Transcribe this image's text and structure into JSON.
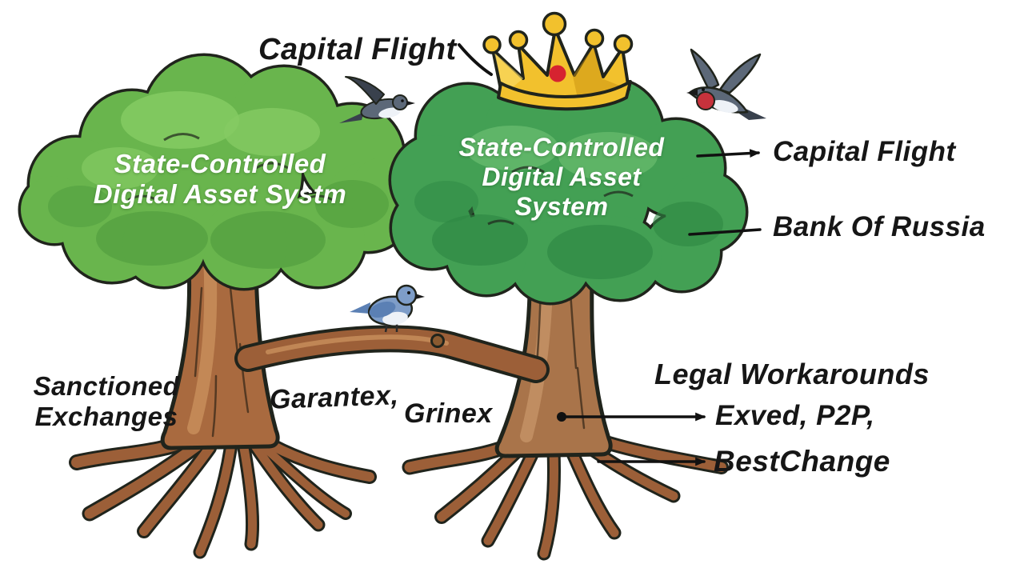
{
  "labels": {
    "capital_flight_top": "Capital Flight",
    "capital_flight_right": "Capital Flight",
    "bank_of_russia": "Bank Of Russia",
    "sanctioned_exchanges": {
      "line1": "Sanctioned",
      "line2": "Exchanges"
    },
    "garantex": "Garantex,",
    "grinex": "Grinex",
    "legal_workarounds": "Legal Workarounds",
    "exved_p2p": "Exved, P2P,",
    "bestchange": "BestChange"
  },
  "left_tree": {
    "canopy_line1": "State-Controlled",
    "canopy_line2": "Digital Asset Systm"
  },
  "right_tree": {
    "canopy_line1": "State-Controlled",
    "canopy_line2": "Digital Asset",
    "canopy_line3": "System"
  },
  "icons": {
    "crown": "crown-icon",
    "flying_bird_left": "flying-bird-icon",
    "flying_bird_right": "robin-bird-icon",
    "perched_bird": "perched-bird-icon"
  },
  "colors": {
    "label_text": "#161616",
    "canopy_text": "#ffffff",
    "canopy_left_main": "#69b54d",
    "canopy_left_dark": "#4e9b3d",
    "canopy_left_light": "#85cb63",
    "canopy_right_main": "#43a054",
    "canopy_right_dark": "#2e8743",
    "canopy_right_light": "#63b76a",
    "outline": "#20241c",
    "trunk_left_main": "#a96a3f",
    "trunk_left_light": "#c9905c",
    "trunk_right_main": "#a9744a",
    "trunk_right_light": "#c59467",
    "root_main": "#9c5f38",
    "bark_line": "#3a2a1a",
    "crown_gold": "#f2c12d",
    "crown_gold_light": "#fadd6b",
    "crown_gold_dark": "#c8920f",
    "crown_gem": "#d62330",
    "bird_slate": "#5c6878",
    "bird_slate_dark": "#39414d",
    "bird_red": "#c6323c",
    "bird_blue": "#7e9dc8",
    "bird_blue_dark": "#5b80b4",
    "bird_belly": "#eef2f7",
    "arrow": "#111111"
  }
}
